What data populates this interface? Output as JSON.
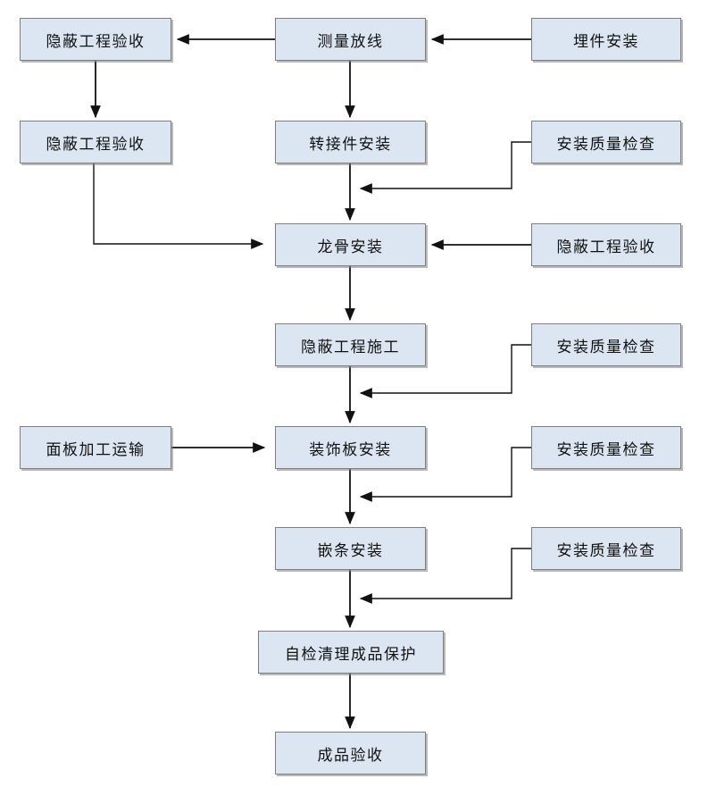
{
  "diagram": {
    "type": "flowchart",
    "language": "zh-CN",
    "background": "#ffffff",
    "colors": {
      "node_fill": "#dce6f2",
      "node_border": "#7f7f7f",
      "node_shadow": "#9a9a9a",
      "connector": "#111111",
      "text": "#111111"
    },
    "nodes": [
      {
        "id": "concealed-acceptance-1",
        "label": "隐蔽工程验收"
      },
      {
        "id": "survey-layout",
        "label": "测量放线"
      },
      {
        "id": "embedded-parts-install",
        "label": "埋件安装"
      },
      {
        "id": "concealed-acceptance-2",
        "label": "隐蔽工程验收"
      },
      {
        "id": "adapter-install",
        "label": "转接件安装"
      },
      {
        "id": "quality-check-1",
        "label": "安装质量检查"
      },
      {
        "id": "keel-install",
        "label": "龙骨安装"
      },
      {
        "id": "concealed-acceptance-3",
        "label": "隐蔽工程验收"
      },
      {
        "id": "concealed-construction",
        "label": "隐蔽工程施工"
      },
      {
        "id": "quality-check-2",
        "label": "安装质量检查"
      },
      {
        "id": "panel-processing-transport",
        "label": "面板加工运输"
      },
      {
        "id": "decorative-panel-install",
        "label": "装饰板安装"
      },
      {
        "id": "quality-check-3",
        "label": "安装质量检查"
      },
      {
        "id": "strip-install",
        "label": "嵌条安装"
      },
      {
        "id": "quality-check-4",
        "label": "安装质量检查"
      },
      {
        "id": "self-check-cleanup-protection",
        "label": "自检清理成品保护"
      },
      {
        "id": "finished-acceptance",
        "label": "成品验收"
      }
    ],
    "edges": [
      {
        "from": "embedded-parts-install",
        "to": "survey-layout"
      },
      {
        "from": "survey-layout",
        "to": "concealed-acceptance-1"
      },
      {
        "from": "concealed-acceptance-1",
        "to": "concealed-acceptance-2"
      },
      {
        "from": "survey-layout",
        "to": "adapter-install"
      },
      {
        "from": "adapter-install",
        "to": "keel-install"
      },
      {
        "from": "quality-check-1",
        "to": "keel-install"
      },
      {
        "from": "concealed-acceptance-2",
        "to": "keel-install"
      },
      {
        "from": "concealed-acceptance-3",
        "to": "keel-install"
      },
      {
        "from": "keel-install",
        "to": "concealed-construction"
      },
      {
        "from": "concealed-construction",
        "to": "decorative-panel-install"
      },
      {
        "from": "quality-check-2",
        "to": "decorative-panel-install"
      },
      {
        "from": "panel-processing-transport",
        "to": "decorative-panel-install"
      },
      {
        "from": "decorative-panel-install",
        "to": "strip-install"
      },
      {
        "from": "quality-check-3",
        "to": "strip-install"
      },
      {
        "from": "strip-install",
        "to": "self-check-cleanup-protection"
      },
      {
        "from": "quality-check-4",
        "to": "self-check-cleanup-protection"
      },
      {
        "from": "self-check-cleanup-protection",
        "to": "finished-acceptance"
      }
    ]
  }
}
